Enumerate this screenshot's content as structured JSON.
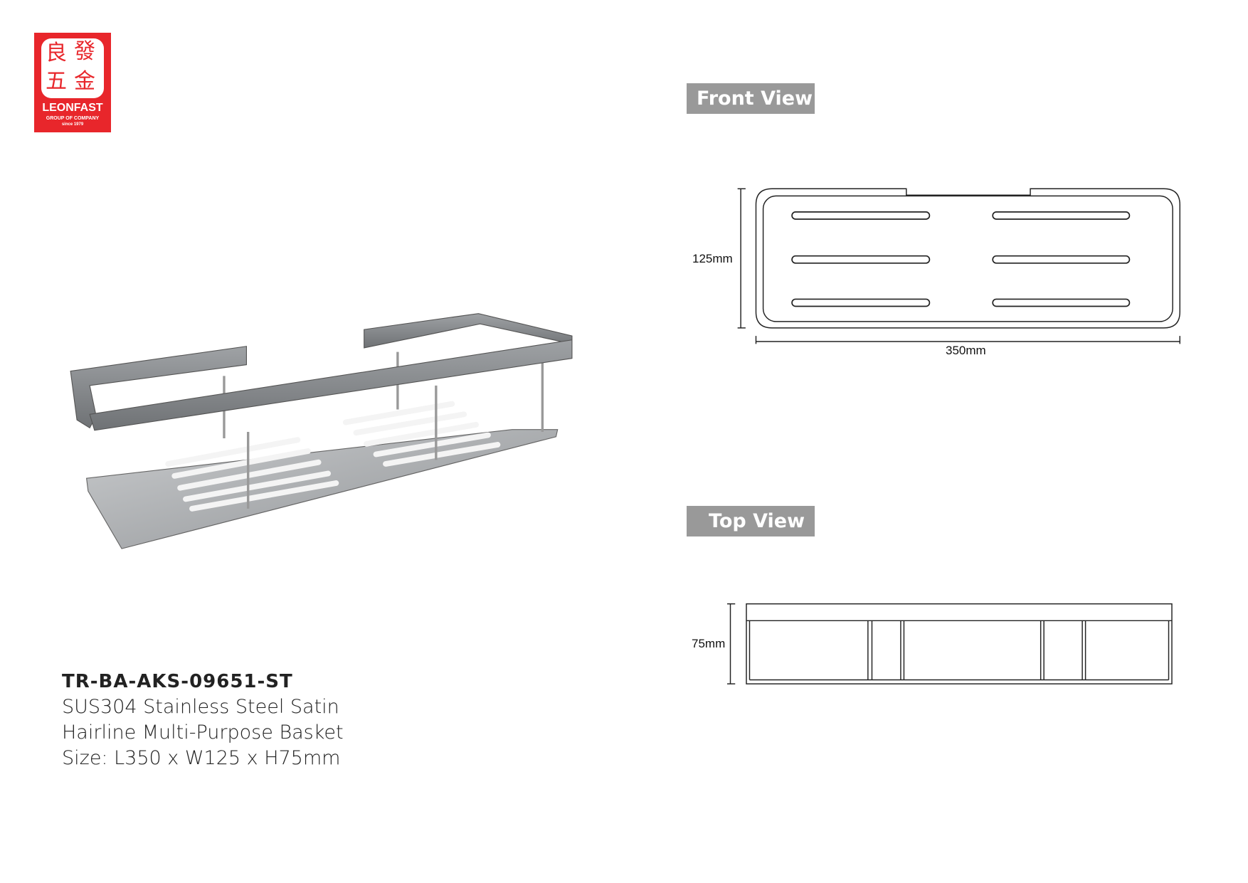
{
  "logo": {
    "chars": [
      "良",
      "發",
      "五",
      "金"
    ],
    "brand": "LEONFAST",
    "tagline": "GROUP OF COMPANY",
    "since": "since 1979"
  },
  "front_view": {
    "label": "Front View",
    "height_dim": "125mm",
    "width_dim": "350mm"
  },
  "top_view": {
    "label": "Top View",
    "height_dim": "75mm"
  },
  "product": {
    "code": "TR-BA-AKS-09651-ST",
    "description_line1": "SUS304 Stainless Steel Satin",
    "description_line2": "Hairline Multi-Purpose Basket",
    "size": "Size: L350 x W125 x H75mm"
  }
}
